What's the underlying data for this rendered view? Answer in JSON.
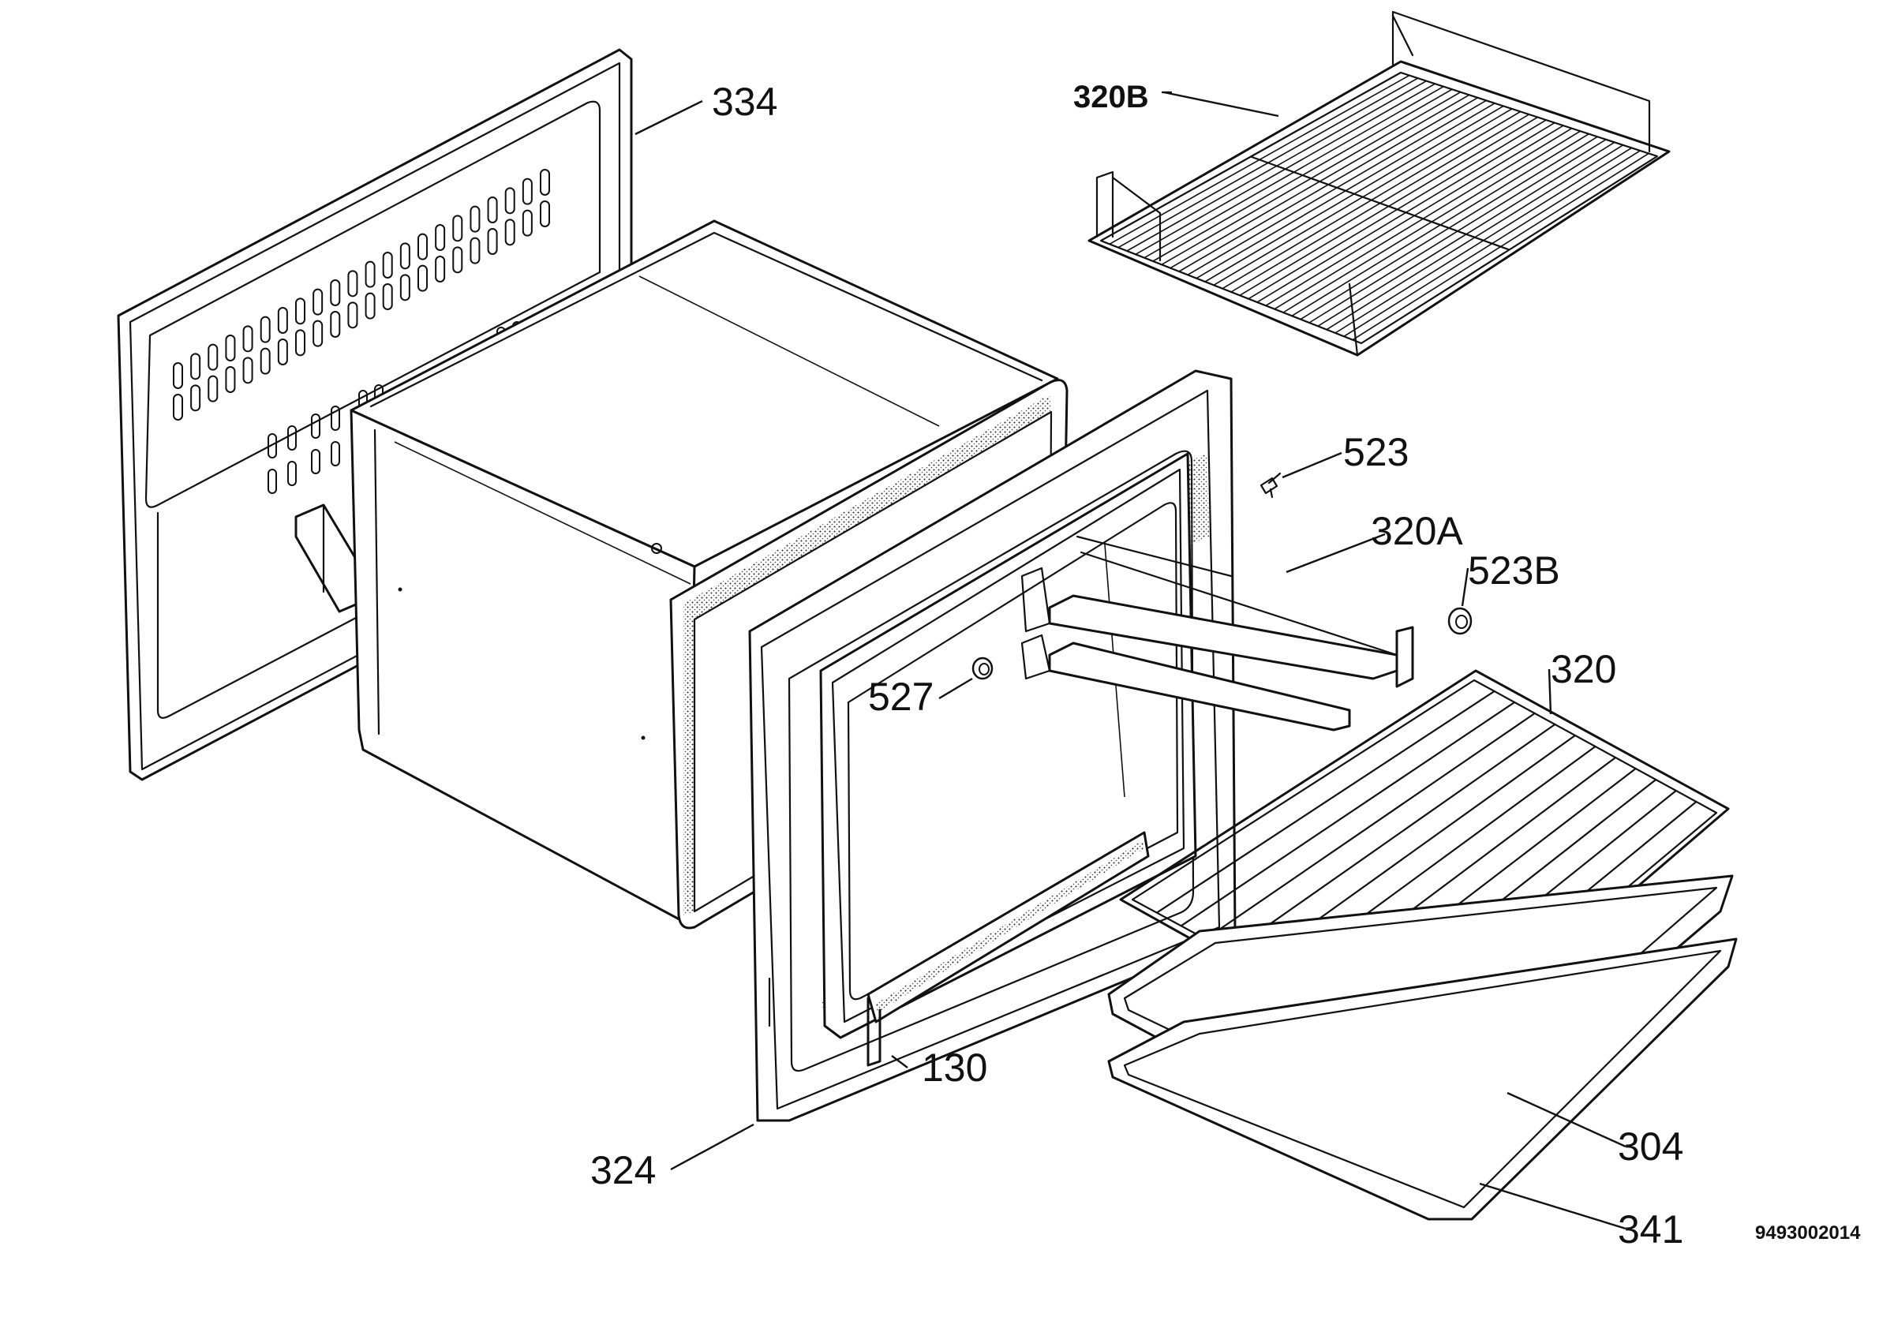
{
  "diagram": {
    "reference_number": "9493002014",
    "parts": {
      "p334": "334",
      "p320b": "320B",
      "p523": "523",
      "p320a": "320A",
      "p523b": "523B",
      "p320": "320",
      "p527": "527",
      "p130": "130",
      "p324": "324",
      "p304": "304",
      "p341": "341"
    }
  }
}
